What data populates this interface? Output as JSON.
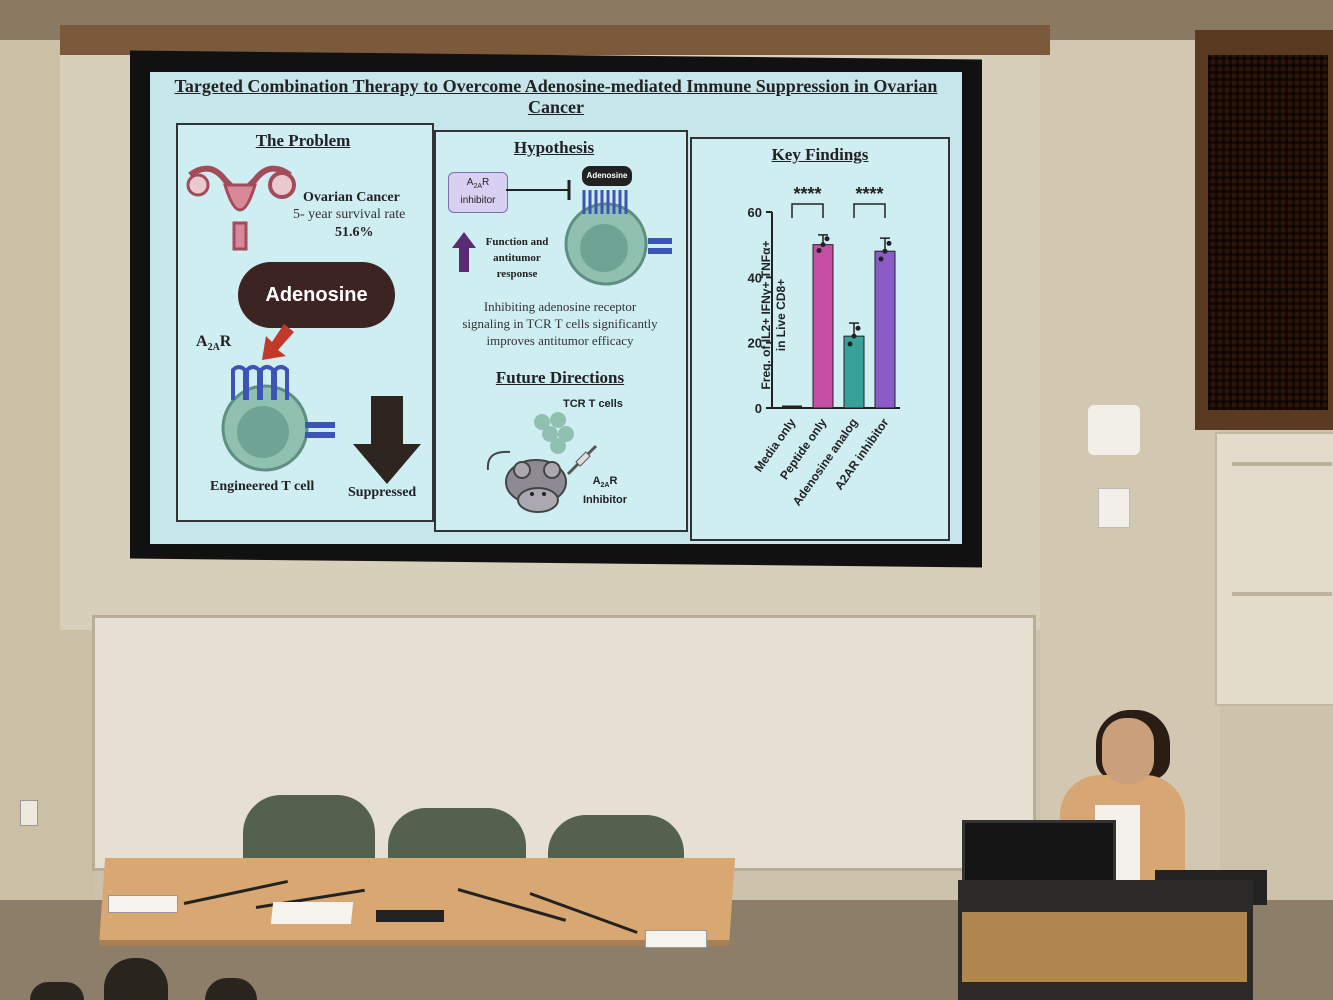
{
  "slide": {
    "title": "Targeted Combination Therapy to Overcome Adenosine-mediated Immune Suppression in Ovarian Cancer",
    "problem": {
      "heading": "The Problem",
      "ovarian_cancer": "Ovarian Cancer",
      "survival_label": "5- year survival rate",
      "survival_value": "51.6%",
      "adenosine_pill": "Adenosine",
      "a2ar_label": "A",
      "a2ar_sub": "2A",
      "a2ar_suffix": "R",
      "engineered_label": "Engineered T cell",
      "suppressed_label": "Suppressed"
    },
    "hypothesis": {
      "heading": "Hypothesis",
      "inhibitor_line1": "A",
      "inhibitor_sub": "2A",
      "inhibitor_suffix": "R",
      "inhibitor_line2": "inhibitor",
      "adenosine_badge": "Adenosine",
      "function_line1": "Function and",
      "function_line2": "antitumor",
      "function_line3": "response",
      "statement_line1": "Inhibiting adenosine receptor",
      "statement_line2": "signaling in TCR T cells significantly",
      "statement_line3": "improves antitumor efficacy"
    },
    "future": {
      "heading": "Future Directions",
      "tcr_label": "TCR T cells",
      "a2ar_prefix": "A",
      "a2ar_sub": "2A",
      "a2ar_suffix": "R",
      "inhibitor_label": "Inhibitor"
    },
    "findings": {
      "heading": "Key Findings",
      "ylabel_line1": "Freq. of IL2+ IFNγ+ TNFα+",
      "ylabel_line2": "in Live CD8+",
      "sig_left": "****",
      "sig_right": "****"
    }
  },
  "chart_data": {
    "type": "bar",
    "title": "Key Findings",
    "xlabel": "",
    "ylabel": "Freq. of IL2+ IFNγ+ TNFα+ in Live CD8+",
    "categories": [
      "Media only",
      "Peptide only",
      "Adenosine analog",
      "A2AR inhibitor"
    ],
    "values": [
      0,
      50,
      22,
      48
    ],
    "errors": [
      0.3,
      3,
      4,
      4
    ],
    "colors": [
      "#333333",
      "#c64fa6",
      "#3aa09a",
      "#8b5cc8"
    ],
    "ylim": [
      0,
      60
    ],
    "yticks": [
      0,
      20,
      40,
      60
    ],
    "significance": [
      "****",
      "****"
    ],
    "grid": false
  },
  "colors": {
    "slide_bg": "#c6e6ec",
    "receptor": "#3c55b5",
    "cell": "#8fc0b0",
    "arrow_red": "#c0392b",
    "arrow_dark": "#2e2420",
    "arrow_purple": "#5b2a74"
  },
  "icons": [
    "uterus-icon",
    "t-cell-icon",
    "receptor-icon",
    "mouse-icon",
    "syringe-icon",
    "down-arrow-icon",
    "up-arrow-icon"
  ]
}
